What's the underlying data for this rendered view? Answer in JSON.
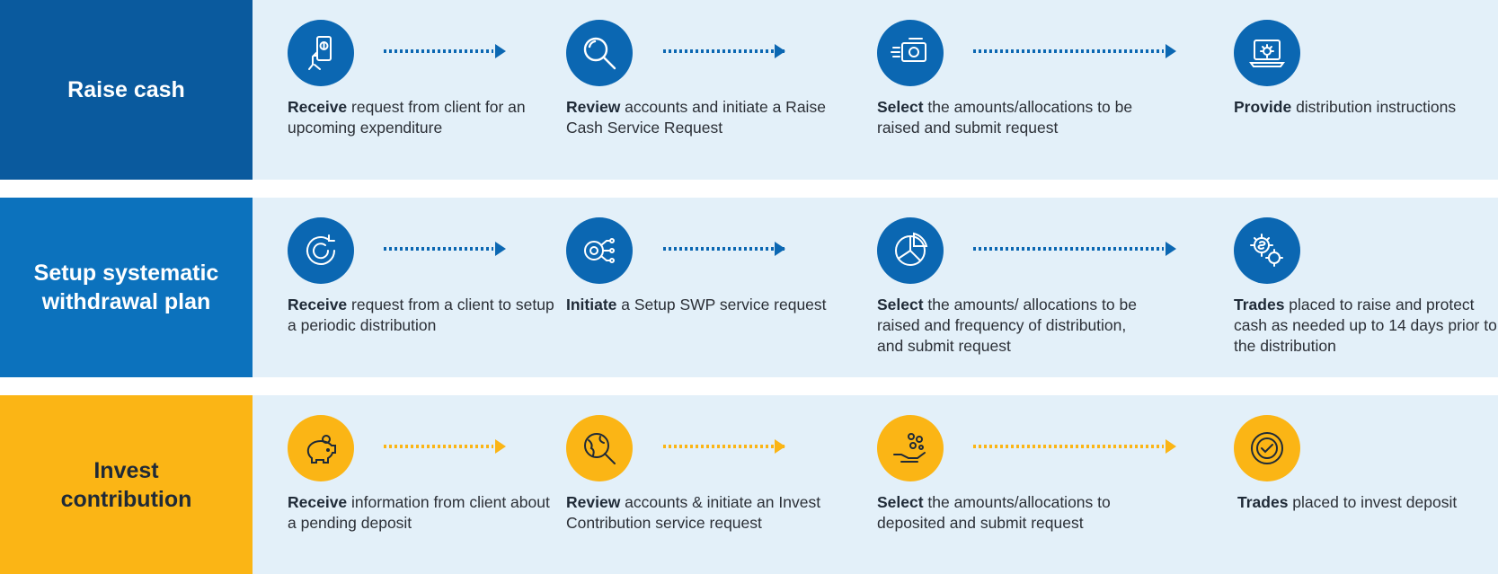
{
  "colors": {
    "dark_blue": "#0a5a9e",
    "blue": "#0c72bd",
    "icon_blue": "#0b67b2",
    "yellow": "#fbb515",
    "panel": "#e3f0f9"
  },
  "rows": [
    {
      "label": "Raise cash",
      "steps": [
        {
          "bold": "Receive",
          "text": " request  from client for an upcoming expenditure",
          "icon": "hand-phone-dollar-icon"
        },
        {
          "bold": "Review",
          "text": " accounts and initiate a Raise Cash Service Request",
          "icon": "magnifier-icon"
        },
        {
          "bold": "Select",
          "text": " the amounts/allocations to be raised and submit request",
          "icon": "moving-cash-icon"
        },
        {
          "bold": "Provide",
          "text": " distribution instructions",
          "icon": "laptop-gear-icon"
        }
      ]
    },
    {
      "label": "Setup systematic\nwithdrawal plan",
      "steps": [
        {
          "bold": "Receive",
          "text": " request  from a client to setup a periodic distribution",
          "icon": "circular-arrows-icon"
        },
        {
          "bold": "Initiate",
          "text": " a Setup SWP service request",
          "icon": "circuit-hand-icon"
        },
        {
          "bold": "Select",
          "text": " the amounts/ allocations to be raised and frequency of distribution, and submit request",
          "icon": "pie-chart-icon"
        },
        {
          "bold": "Trades",
          "text": "  placed to raise and protect cash as needed up to 14 days prior to the distribution",
          "icon": "gears-dollar-icon"
        }
      ]
    },
    {
      "label": "Invest\ncontribution",
      "steps": [
        {
          "bold": "Receive",
          "text": " information from client about a pending deposit",
          "icon": "piggy-bank-icon"
        },
        {
          "bold": "Review",
          "text": " accounts & initiate an Invest Contribution service request",
          "icon": "globe-magnifier-icon"
        },
        {
          "bold": "Select",
          "text": " the amounts/allocations to deposited and submit request",
          "icon": "hand-coins-icon"
        },
        {
          "bold": "Trades",
          "text": "  placed to invest deposit",
          "icon": "check-circle-icon"
        }
      ]
    }
  ]
}
